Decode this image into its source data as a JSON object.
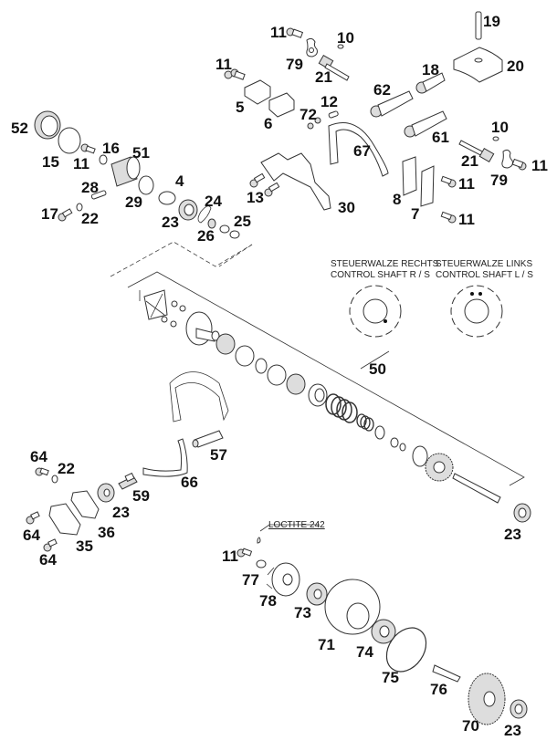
{
  "diagram": {
    "title": "Exploded parts diagram — exhaust control / water pump assembly",
    "control_shaft_notes": [
      {
        "line1": "STEUERWALZE RECHTS",
        "line2": "CONTROL SHAFT R / S"
      },
      {
        "line1": "STEUERWALZE LINKS",
        "line2": "CONTROL SHAFT L / S"
      }
    ],
    "loctite_note": "LOCTITE 242",
    "part_labels": {
      "p11a": "11",
      "p10a": "10",
      "p19": "19",
      "p79a": "79",
      "p21a": "21",
      "p20": "20",
      "p11b": "11",
      "p18": "18",
      "p62": "62",
      "p5": "5",
      "p12": "12",
      "p72": "72",
      "p6": "6",
      "p61": "61",
      "p67": "67",
      "p10b": "10",
      "p52": "52",
      "p15": "15",
      "p11c": "11",
      "p16": "16",
      "p51": "51",
      "p21b": "21",
      "p79b": "79",
      "p11d": "11",
      "p28": "28",
      "p4": "4",
      "p24": "24",
      "p29": "29",
      "p13": "13",
      "p8": "8",
      "p11e": "11",
      "p7": "7",
      "p11f": "11",
      "p30": "30",
      "p17": "17",
      "p22a": "22",
      "p23a": "23",
      "p26": "26",
      "p25": "25",
      "p50": "50",
      "p64a": "64",
      "p22b": "22",
      "p57": "57",
      "p66": "66",
      "p59": "59",
      "p23b": "23",
      "p64b": "64",
      "p36": "36",
      "p35": "35",
      "p64c": "64",
      "p23c": "23",
      "p11g": "11",
      "p77": "77",
      "p78": "78",
      "p73": "73",
      "p71": "71",
      "p74": "74",
      "p75": "75",
      "p76": "76",
      "p70": "70",
      "p23d": "23"
    }
  }
}
